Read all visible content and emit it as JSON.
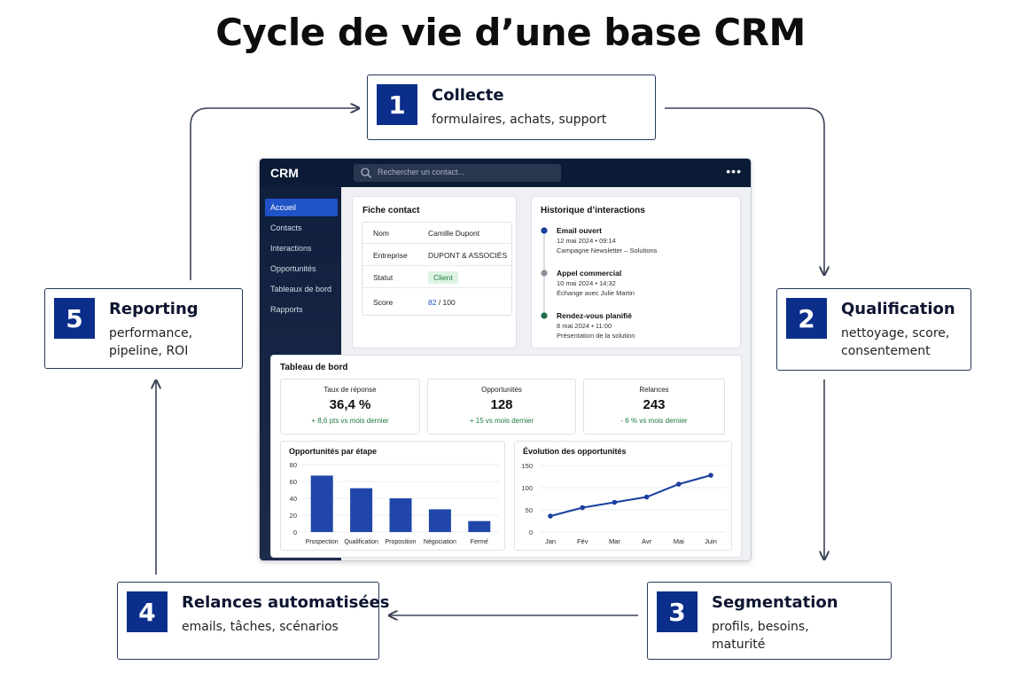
{
  "title": "Cycle de vie d’une base CRM",
  "steps": [
    {
      "num": "1",
      "title": "Collecte",
      "desc": "formulaires, achats, support"
    },
    {
      "num": "2",
      "title": "Qualification",
      "desc": "nettoyage, score,\nconsentement"
    },
    {
      "num": "3",
      "title": "Segmentation",
      "desc": "profils, besoins,\nmaturité"
    },
    {
      "num": "4",
      "title": "Relances automatisées",
      "desc": "emails, tâches, scénarios"
    },
    {
      "num": "5",
      "title": "Reporting",
      "desc": "performance,\npipeline, ROI"
    }
  ],
  "crm": {
    "logo": "CRM",
    "search_placeholder": "Rechercher un contact...",
    "nav": [
      "Accueil",
      "Contacts",
      "Interactions",
      "Opportunités",
      "Tableaux de bord",
      "Rapports"
    ],
    "fiche": {
      "title": "Fiche contact",
      "rows": [
        {
          "label": "Nom",
          "value": "Camille Dupont"
        },
        {
          "label": "Entreprise",
          "value": "DUPONT & ASSOCIÉS"
        },
        {
          "label": "Statut",
          "value": "Client"
        },
        {
          "label": "Score",
          "value": "82",
          "suffix": " / 100"
        }
      ]
    },
    "historique": {
      "title": "Historique d’interactions",
      "items": [
        {
          "title": "Email ouvert",
          "date": "12 mai 2024  •  09:14",
          "detail": "Campagne Newsletter – Solutions",
          "color": "#1a3f9e"
        },
        {
          "title": "Appel commercial",
          "date": "10 mai 2024  •  14:32",
          "detail": "Échange avec Julie Martin",
          "color": "#8a8f99"
        },
        {
          "title": "Rendez-vous planifié",
          "date": "8 mai 2024  •  11:00",
          "detail": "Présentation de la solution",
          "color": "#1f6e4a"
        }
      ]
    },
    "dashboard": {
      "title": "Tableau de bord",
      "kpis": [
        {
          "label": "Taux de réponse",
          "value": "36,4 %",
          "delta": "+ 8,6 pts vs mois dernier"
        },
        {
          "label": "Opportunités",
          "value": "128",
          "delta": "+ 15 vs mois dernier"
        },
        {
          "label": "Relances",
          "value": "243",
          "delta": "- 6 % vs mois dernier"
        }
      ]
    }
  },
  "colors": {
    "accent": "#0b2e8a",
    "bar": "#1f46a8",
    "dark": "#0b1a35",
    "positive": "#1c7a3c"
  },
  "chart_data": [
    {
      "type": "bar",
      "title": "Opportunités par étape",
      "categories": [
        "Prospection",
        "Qualification",
        "Proposition",
        "Négociation",
        "Fermé"
      ],
      "values": [
        67,
        52,
        40,
        27,
        13
      ],
      "ylim": [
        0,
        80
      ],
      "yticks": [
        0,
        20,
        40,
        60,
        80
      ],
      "grid": true
    },
    {
      "type": "line",
      "title": "Évolution des opportunités",
      "categories": [
        "Jan",
        "Fév",
        "Mar",
        "Avr",
        "Mai",
        "Juin"
      ],
      "values": [
        36,
        55,
        67,
        79,
        108,
        128
      ],
      "ylim": [
        0,
        150
      ],
      "yticks": [
        0,
        50,
        100,
        150
      ],
      "grid": true
    }
  ]
}
